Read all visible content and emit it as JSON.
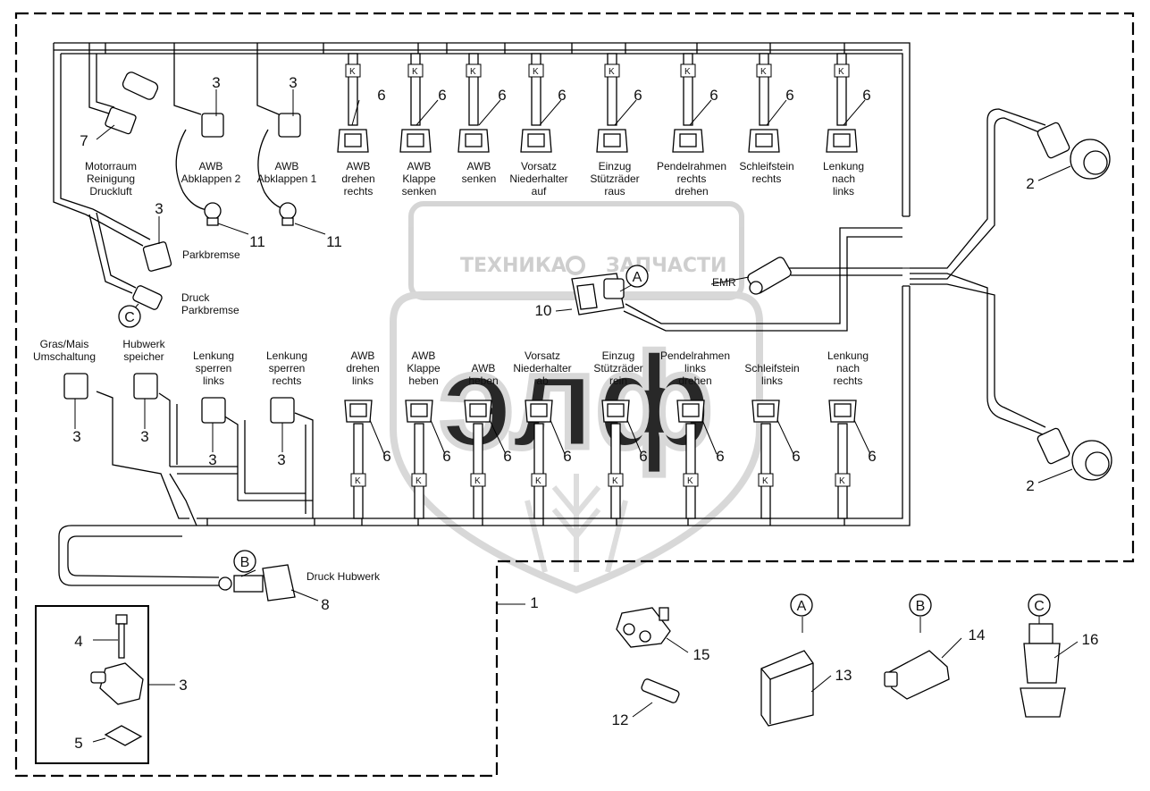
{
  "watermark": {
    "left": "ТЕХНИКА",
    "right": "ЗАПЧАСТИ",
    "logo": "элф"
  },
  "top_labels": [
    [
      "Motorraum",
      "Reinigung",
      "Druckluft"
    ],
    [
      "AWB",
      "Abklappen 2"
    ],
    [
      "AWB",
      "Abklappen 1"
    ],
    [
      "AWB",
      "drehen",
      "rechts"
    ],
    [
      "AWB",
      "Klappe",
      "senken"
    ],
    [
      "AWB",
      "senken"
    ],
    [
      "Vorsatz",
      "Niederhalter",
      "auf"
    ],
    [
      "Einzug",
      "Stützräder",
      "raus"
    ],
    [
      "Pendelrahmen",
      "rechts",
      "drehen"
    ],
    [
      "Schleifstein",
      "rechts"
    ],
    [
      "Lenkung",
      "nach",
      "links"
    ]
  ],
  "bottom_labels": [
    [
      "Gras/Mais",
      "Umschaltung"
    ],
    [
      "Hubwerk",
      "speicher"
    ],
    [
      "Lenkung",
      "sperren",
      "links"
    ],
    [
      "Lenkung",
      "sperren",
      "rechts"
    ],
    [
      "AWB",
      "drehen",
      "links"
    ],
    [
      "AWB",
      "Klappe",
      "heben"
    ],
    [
      "AWB",
      "heben"
    ],
    [
      "Vorsatz",
      "Niederhalter",
      "ab"
    ],
    [
      "Einzug",
      "Stützräder",
      "rein"
    ],
    [
      "Pendelrahmen",
      "links",
      "drehen"
    ],
    [
      "Schleifstein",
      "links"
    ],
    [
      "Lenkung",
      "nach",
      "rechts"
    ]
  ],
  "misc_labels": {
    "parkbremse": "Parkbremse",
    "druck_parkbremse": [
      "Druck",
      "Parkbremse"
    ],
    "emr": "EMR",
    "druck_hubwerk": "Druck Hubwerk",
    "k_marker": "K"
  },
  "callouts": {
    "a": "A",
    "b": "B",
    "c": "C",
    "n1": "1",
    "n2": "2",
    "n3": "3",
    "n4": "4",
    "n5": "5",
    "n6": "6",
    "n7": "7",
    "n8": "8",
    "n10": "10",
    "n11": "11",
    "n12": "12",
    "n13": "13",
    "n14": "14",
    "n15": "15",
    "n16": "16"
  }
}
